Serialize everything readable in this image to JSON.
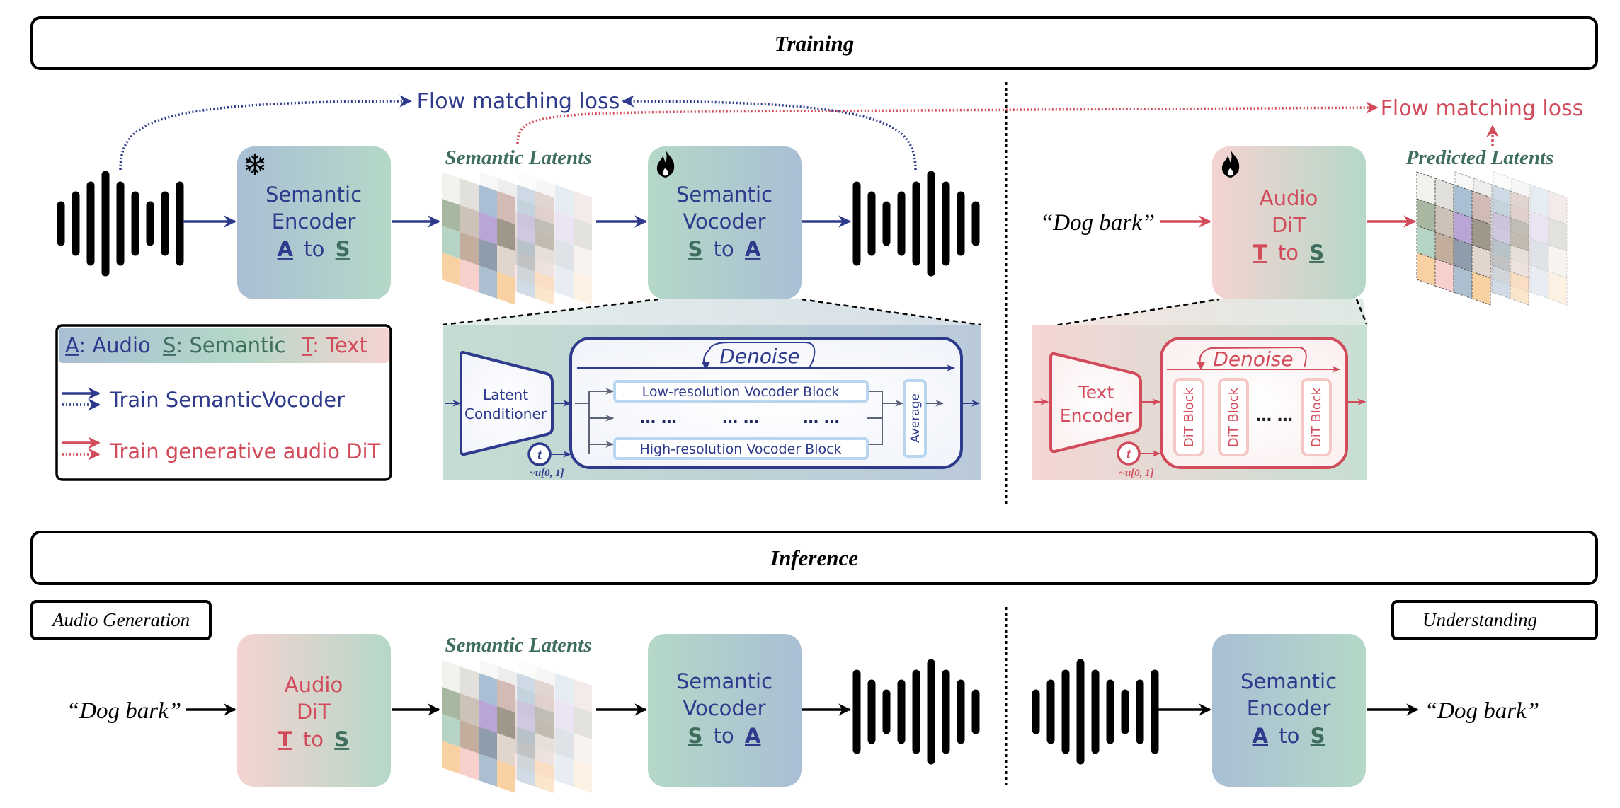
{
  "colors": {
    "blue": "#2e3a8c",
    "green": "#3f6e5f",
    "red": "#d24b5a",
    "black": "#000000",
    "box_blue": "#a9bfd4",
    "box_green": "#b5d8c8",
    "box_red": "#f3d3d1"
  },
  "training": {
    "header": "Training",
    "flow_loss_blue": "Flow matching loss",
    "flow_loss_red": "Flow matching loss",
    "semantic_encoder": {
      "line1": "Semantic",
      "line2": "Encoder",
      "from": "A",
      "to_word": "to",
      "to": "S",
      "icon": "snowflake-icon"
    },
    "semantic_latents_label": "Semantic Latents",
    "semantic_vocoder": {
      "line1": "Semantic",
      "line2": "Vocoder",
      "from": "S",
      "to_word": "to",
      "to": "A",
      "icon": "fire-icon"
    },
    "prompt": "“Dog bark”",
    "audio_dit": {
      "line1": "Audio",
      "line2": "DiT",
      "from": "T",
      "to_word": "to",
      "to": "S",
      "icon": "fire-icon"
    },
    "predicted_latents_label": "Predicted Latents",
    "legend": {
      "a_key": "A",
      "a_text": ": Audio",
      "s_key": "S",
      "s_text": ": Semantic",
      "t_key": "T",
      "t_text": ": Text",
      "blue_item": "Train SemanticVocoder",
      "red_item": "Train generative audio DiT"
    },
    "vocoder_detail": {
      "conditioner": [
        "Latent",
        "Conditioner"
      ],
      "denoise": "Denoise",
      "low_block": "Low-resolution Vocoder Block",
      "dots": "… …",
      "high_block": "High-resolution Vocoder Block",
      "average": "Average",
      "t": "t",
      "t_dist": "~u[0, 1]"
    },
    "dit_detail": {
      "encoder": [
        "Text",
        "Encoder"
      ],
      "denoise": "Denoise",
      "blocks": [
        "DiT Block",
        "DiT Block",
        "DiT Block"
      ],
      "dots": "… …",
      "t": "t",
      "t_dist": "~u[0, 1]"
    }
  },
  "inference": {
    "header": "Inference",
    "generation_badge": "Audio Generation",
    "understanding_badge": "Understanding",
    "prompt_in": "“Dog bark”",
    "audio_dit": {
      "line1": "Audio",
      "line2": "DiT",
      "from": "T",
      "to_word": "to",
      "to": "S"
    },
    "semantic_latents_label": "Semantic Latents",
    "semantic_vocoder": {
      "line1": "Semantic",
      "line2": "Vocoder",
      "from": "S",
      "to_word": "to",
      "to": "A"
    },
    "semantic_encoder": {
      "line1": "Semantic",
      "line2": "Encoder",
      "from": "A",
      "to_word": "to",
      "to": "S"
    },
    "prompt_out": "“Dog bark”"
  },
  "latent_colors": [
    [
      "#f3f1ee",
      "#e2e0db",
      "#a9bfd4",
      "#d3bbb5"
    ],
    [
      "#a8b8a0",
      "#cdc2b8",
      "#b9a6d6",
      "#9e978a"
    ],
    [
      "#b5d4c6",
      "#c3ae9d",
      "#8f9cab",
      "#e1d6ce"
    ],
    [
      "#f8d0a1",
      "#f7d0cd",
      "#abbfd1",
      "#f8d0a1"
    ]
  ]
}
